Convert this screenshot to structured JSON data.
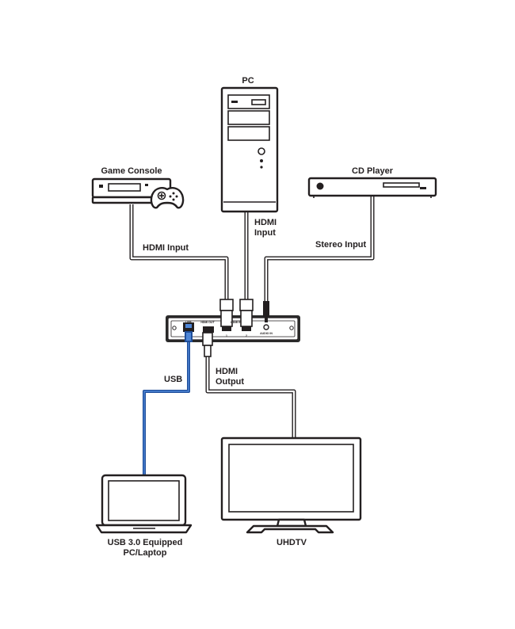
{
  "labels": {
    "pc": "PC",
    "game_console": "Game Console",
    "cd_player": "CD Player",
    "hdmi_input_left": "HDMI Input",
    "hdmi_input_pc_line1": "HDMI",
    "hdmi_input_pc_line2": "Input",
    "stereo_input": "Stereo Input",
    "usb": "USB",
    "hdmi_output_line1": "HDMI",
    "hdmi_output_line2": "Output",
    "laptop_line1": "USB 3.0 Equipped",
    "laptop_line2": "PC/Laptop",
    "uhdtv": "UHDTV"
  },
  "hub_ports": {
    "usb": "USB",
    "hdmi_out": "HDMI OUT",
    "hdmi_in": "HDMI IN",
    "audio_in": "AUDIO IN",
    "port1": "1",
    "port2": "2"
  },
  "colors": {
    "line": "#231f20",
    "usb_cable": "#1f4e9a",
    "usb_cable_highlight": "#4f86d6",
    "background": "#ffffff"
  }
}
